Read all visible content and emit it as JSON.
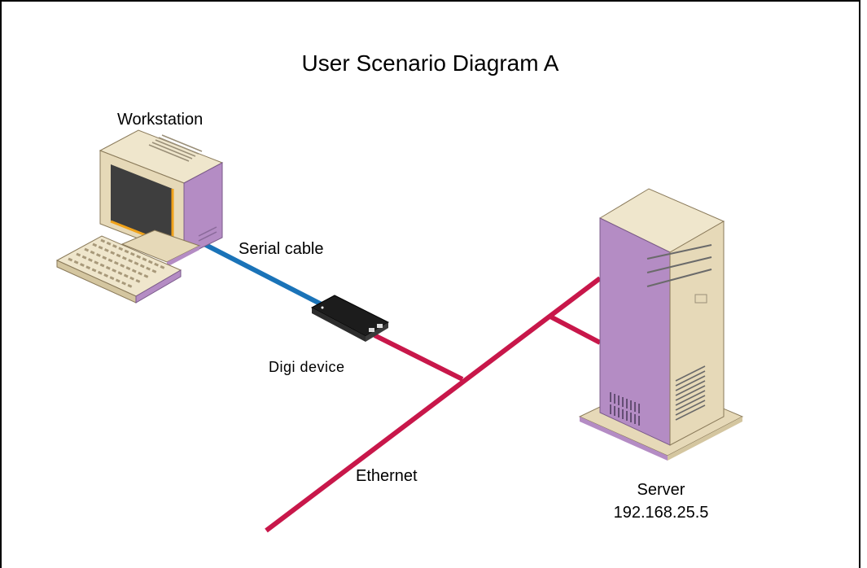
{
  "diagram": {
    "title": "User Scenario Diagram A",
    "workstation_label": "Workstation",
    "serial_cable_label": "Serial cable",
    "digi_device_label": "Digi device",
    "ethernet_label": "Ethernet",
    "server_label": "Server",
    "server_ip": "192.168.25.5"
  },
  "colors": {
    "serial_cable": "#1a73b8",
    "ethernet": "#c8174a",
    "device_beige": "#e6d9b8",
    "device_purple": "#b48cc4"
  },
  "icons": [
    "workstation-icon",
    "keyboard-icon",
    "digi-device-icon",
    "server-icon"
  ]
}
